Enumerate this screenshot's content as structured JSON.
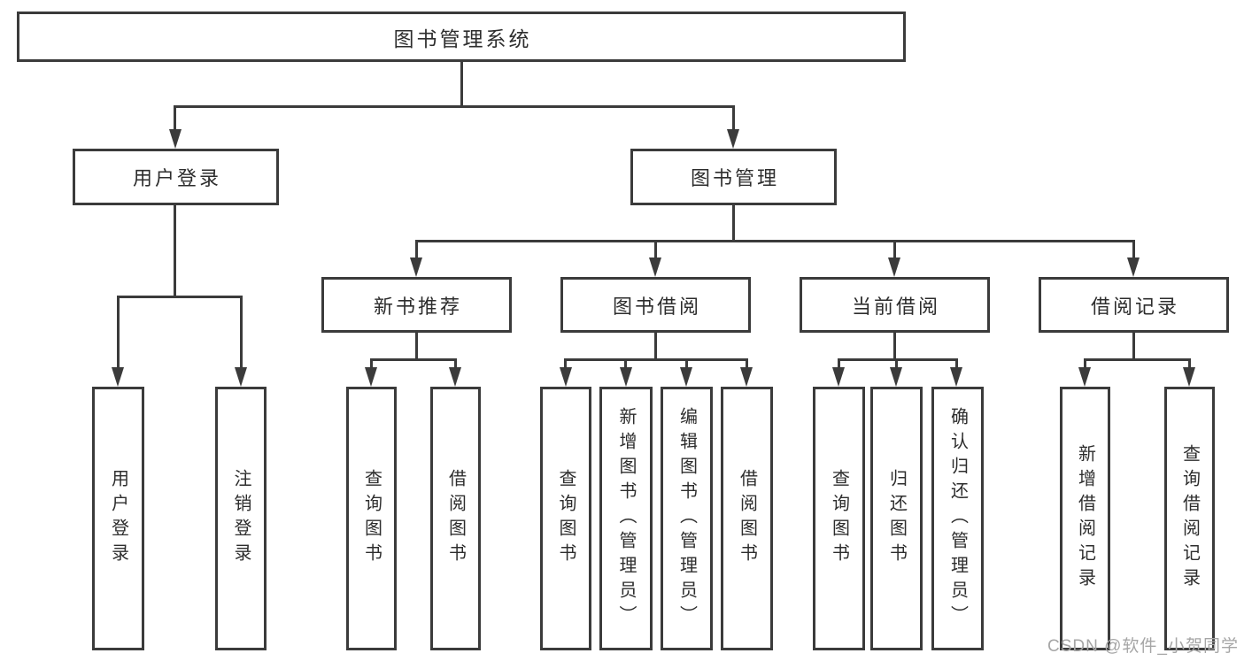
{
  "diagram_type": "hierarchy-tree",
  "colors": {
    "line": "#3b3b3b",
    "box_border": "#3b3b3b",
    "text": "#2d2d2d",
    "background": "#ffffff",
    "watermark": "#a6a6a6"
  },
  "tree": {
    "label": "图书管理系统",
    "children": [
      {
        "label": "用户登录",
        "children": [
          {
            "label": "用户登录"
          },
          {
            "label": "注销登录"
          }
        ]
      },
      {
        "label": "图书管理",
        "children": [
          {
            "label": "新书推荐",
            "children": [
              {
                "label": "查询图书"
              },
              {
                "label": "借阅图书"
              }
            ]
          },
          {
            "label": "图书借阅",
            "children": [
              {
                "label": "查询图书"
              },
              {
                "label": "新增图书（管理员）"
              },
              {
                "label": "编辑图书（管理员）"
              },
              {
                "label": "借阅图书"
              }
            ]
          },
          {
            "label": "当前借阅",
            "children": [
              {
                "label": "查询图书"
              },
              {
                "label": "归还图书"
              },
              {
                "label": "确认归还（管理员）"
              }
            ]
          },
          {
            "label": "借阅记录",
            "children": [
              {
                "label": "新增借阅记录"
              },
              {
                "label": "查询借阅记录"
              }
            ]
          }
        ]
      }
    ]
  },
  "watermark": {
    "text": "CSDN @软件_小贺同学"
  }
}
